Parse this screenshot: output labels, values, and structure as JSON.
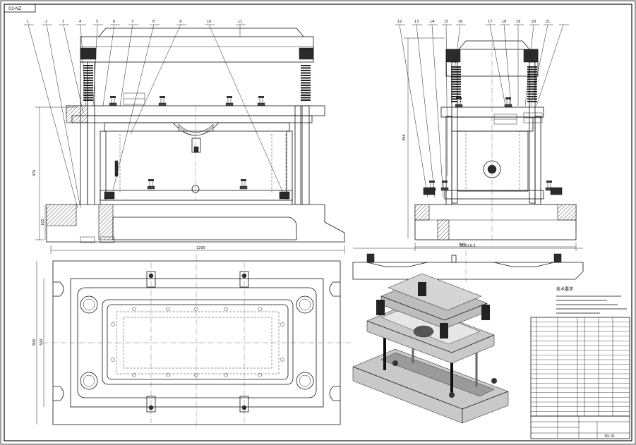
{
  "sheet": {
    "corner_tag": "03-NZ",
    "drawing_number": "3D-01"
  },
  "front_view": {
    "balloons": [
      "1",
      "2",
      "3",
      "4",
      "5",
      "6",
      "7",
      "8",
      "9",
      "10",
      "11"
    ],
    "dims": {
      "overall_width": "1200",
      "overall_height": "476",
      "base_height": "165"
    }
  },
  "side_view": {
    "balloons": [
      "12",
      "13",
      "14",
      "15",
      "16",
      "17",
      "18",
      "19",
      "20",
      "21"
    ],
    "dims": {
      "side_height": "396",
      "side_width": "830"
    }
  },
  "plan_view": {
    "dims": {
      "plan_height": "800",
      "plan_inner": "500"
    }
  },
  "notes_block": {
    "heading": "技术要求"
  },
  "bom": {
    "rows": 21
  }
}
